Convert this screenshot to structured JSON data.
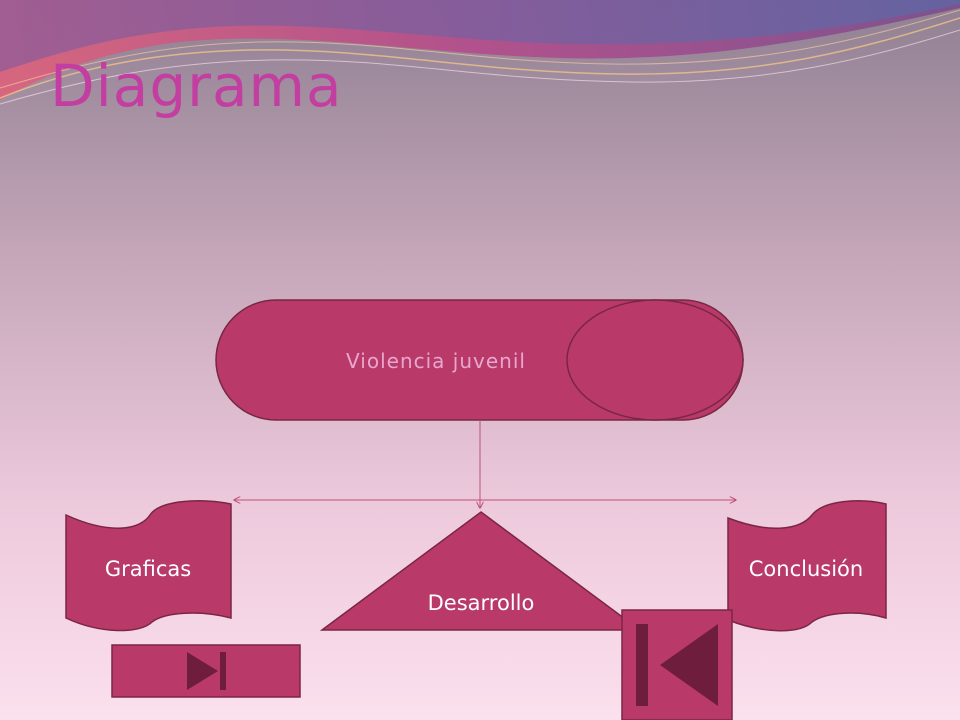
{
  "slide": {
    "title": "Diagrama"
  },
  "diagram": {
    "main_node": "Violencia juvenil",
    "center_node": "Desarrollo",
    "left_node": "Graficas",
    "right_node": "Conclusión"
  },
  "colors": {
    "shape_fill": "#b93a68",
    "shape_stroke": "#7a2644",
    "title": "#c23ea0",
    "main_text": "#e7a6cf",
    "node_text": "#ffffff",
    "nav_dark": "#6e1e3c",
    "connector": "#c0507a"
  },
  "nav": {
    "next_icon": "next-track-icon",
    "first_icon": "first-track-icon"
  }
}
